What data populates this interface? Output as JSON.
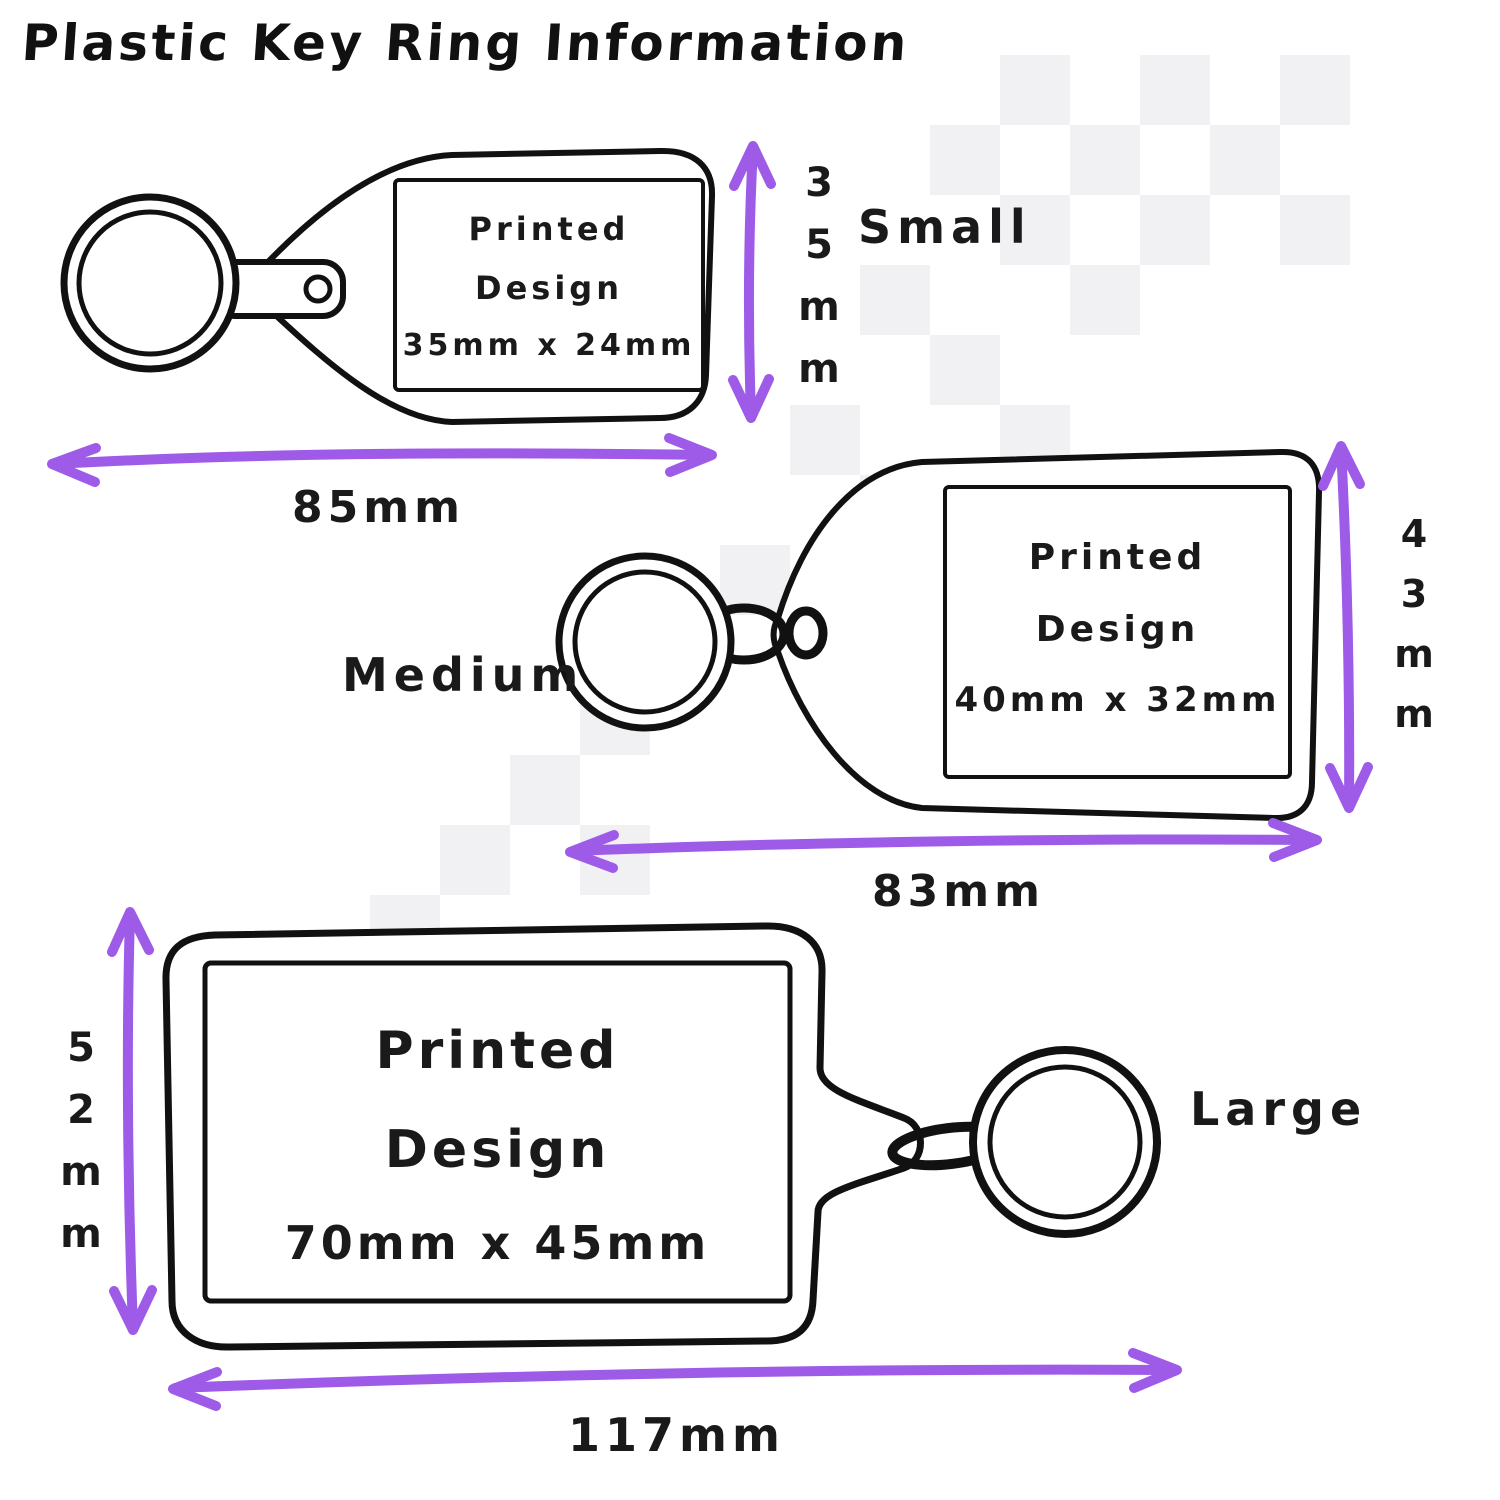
{
  "title": "Plastic Key Ring Information",
  "keyrings": [
    {
      "size_label": "Small",
      "design_line1": "Printed",
      "design_line2": "Design",
      "design_dims": "35mm x 24mm",
      "height_label": "35mm",
      "width_label": "85mm"
    },
    {
      "size_label": "Medium",
      "design_line1": "Printed",
      "design_line2": "Design",
      "design_dims": "40mm x 32mm",
      "height_label": "43mm",
      "width_label": "83mm"
    },
    {
      "size_label": "Large",
      "design_line1": "Printed",
      "design_line2": "Design",
      "design_dims": "70mm x 45mm",
      "height_label": "52mm",
      "width_label": "117mm"
    }
  ],
  "colors": {
    "arrow_purple": "#9d5be8",
    "ink_black": "#111111",
    "watermark_gray": "#f1f0f3"
  }
}
